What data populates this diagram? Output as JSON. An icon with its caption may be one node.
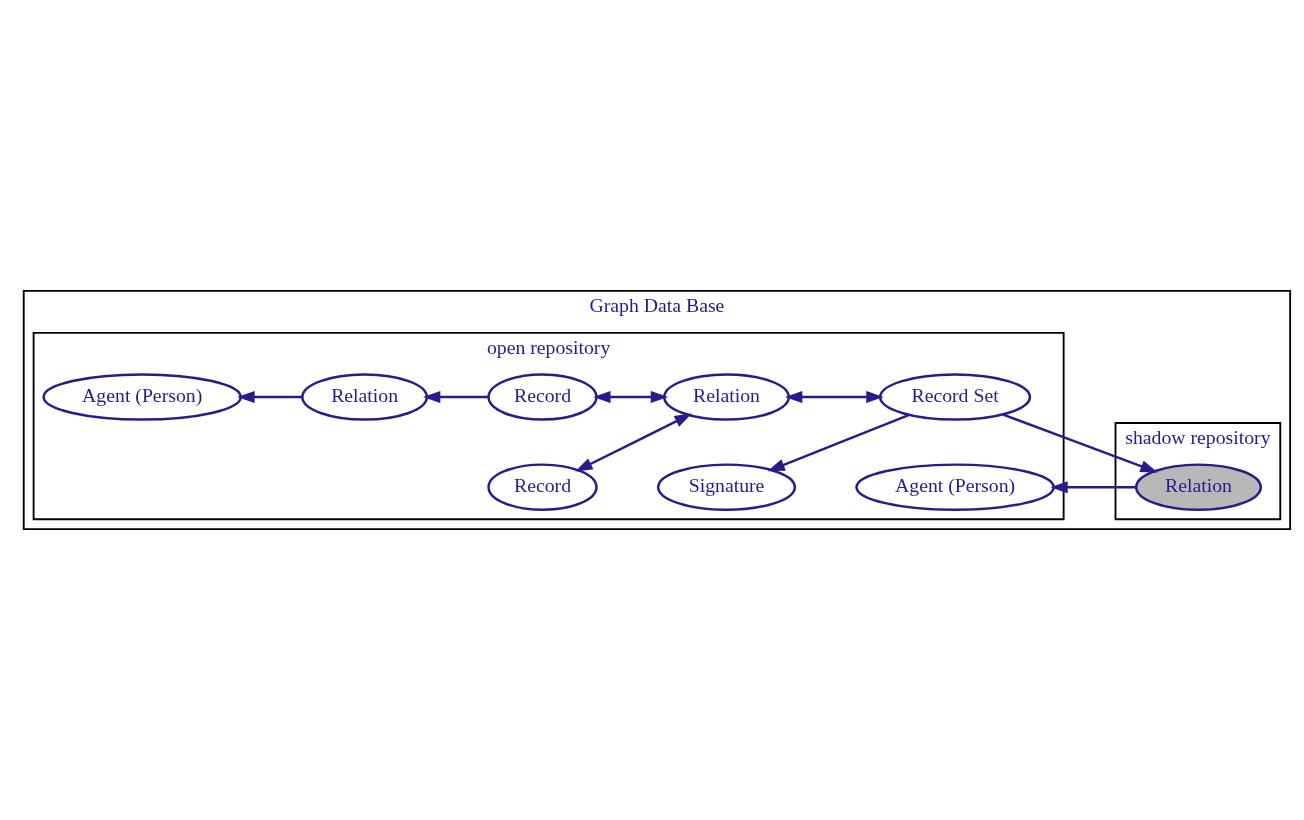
{
  "diagram": {
    "nodes": [
      {
        "text": [
          "Graph Data Base"
        ]
      },
      {
        "text": [
          "open repository"
        ],
        "in": 0
      },
      {
        "text": [
          "shadow repository"
        ],
        "in": 0
      },
      {
        "text": [
          "Signature"
        ],
        "in": 1
      },
      {
        "text": [
          "Record Set"
        ],
        "in": 1
      },
      {
        "text": [
          "Agent (Person)"
        ],
        "in": 1
      },
      {
        "text": [
          "Relation"
        ],
        "in": 1
      },
      {
        "text": [
          "Record"
        ],
        "in": 1
      },
      {
        "text": [
          "Agent (Person)"
        ],
        "in": 1
      },
      {
        "text": [
          "Relation"
        ],
        "in": 1
      },
      {
        "text": [
          "Record"
        ],
        "in": 1
      },
      {
        "text": [
          "Relation"
        ],
        "in": 2
      }
    ],
    "edges": [
      {
        "from": 4,
        "to": 3,
        "arrow": "to"
      },
      {
        "from": 4,
        "to": 11,
        "arrow": "to"
      },
      {
        "from": 11,
        "to": 5,
        "arrow": "to"
      },
      {
        "from": 4,
        "to": 6,
        "arrow": "both"
      },
      {
        "from": 6,
        "to": 7,
        "arrow": "both"
      },
      {
        "from": 6,
        "to": 10,
        "arrow": "both"
      },
      {
        "from": 10,
        "to": 9,
        "arrow": "to"
      },
      {
        "from": 9,
        "to": 8,
        "arrow": "to"
      }
    ]
  }
}
